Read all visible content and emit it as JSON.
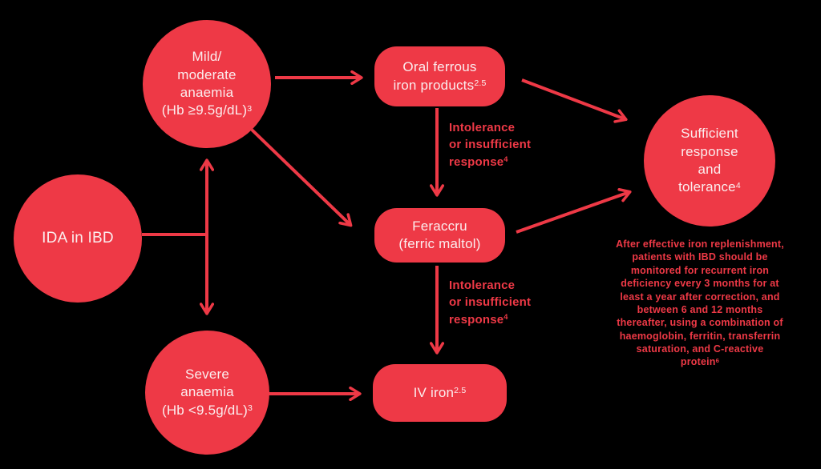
{
  "colors": {
    "accent": "#EE3946",
    "text_on_accent": "#FBEDEE",
    "background": "#000000"
  },
  "nodes": {
    "ida": {
      "text": "IDA in IBD"
    },
    "mild": {
      "text": "Mild/\nmoderate\nanaemia\n(Hb ≥9.5g/dL)",
      "sup": "3"
    },
    "severe": {
      "text": "Severe\nanaemia\n(Hb <9.5g/dL)",
      "sup": "3"
    },
    "oral": {
      "text": "Oral ferrous\niron products",
      "sup": "2.5"
    },
    "feraccru": {
      "text": "Feraccru\n(ferric maltol)"
    },
    "iv_iron": {
      "text": "IV iron",
      "sup": "2.5"
    },
    "sufficient": {
      "text": "Sufficient\nresponse\nand\ntolerance",
      "sup": "4"
    }
  },
  "edge_labels": {
    "intolerance_top": {
      "text": "Intolerance\nor insufficient\nresponse",
      "sup": "4"
    },
    "intolerance_mid": {
      "text": "Intolerance\nor insufficient\nresponse",
      "sup": "4"
    }
  },
  "note": {
    "text": "After effective iron replenishment, patients with IBD should be monitored for recurrent iron deficiency every 3 months for at least a year after correction, and between 6 and 12 months thereafter, using a combination of haemoglobin, ferritin, transferrin saturation, and C-reactive protein",
    "sup": "6"
  }
}
